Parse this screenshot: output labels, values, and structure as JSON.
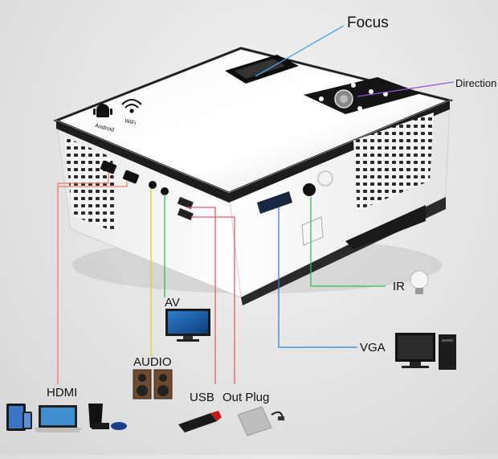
{
  "callouts": {
    "focus": "Focus",
    "direction": "Direction",
    "ir": "IR",
    "av": "AV",
    "vga": "VGA",
    "audio": "AUDIO",
    "hdmi": "HDMI",
    "usb": "USB",
    "out_plug": "Out Plug"
  },
  "top_panel": {
    "android": "Android",
    "wifi": "WiFi"
  },
  "colors": {
    "focus_line": "#4aa3e0",
    "direction_line": "#9b59d6",
    "ir_line": "#33c24a",
    "vga_line": "#3b7fd6",
    "av_line": "#2fb84a",
    "audio_line": "#e0d21a",
    "hdmi_line": "#f07a6a",
    "usb_line": "#e85a6a"
  }
}
